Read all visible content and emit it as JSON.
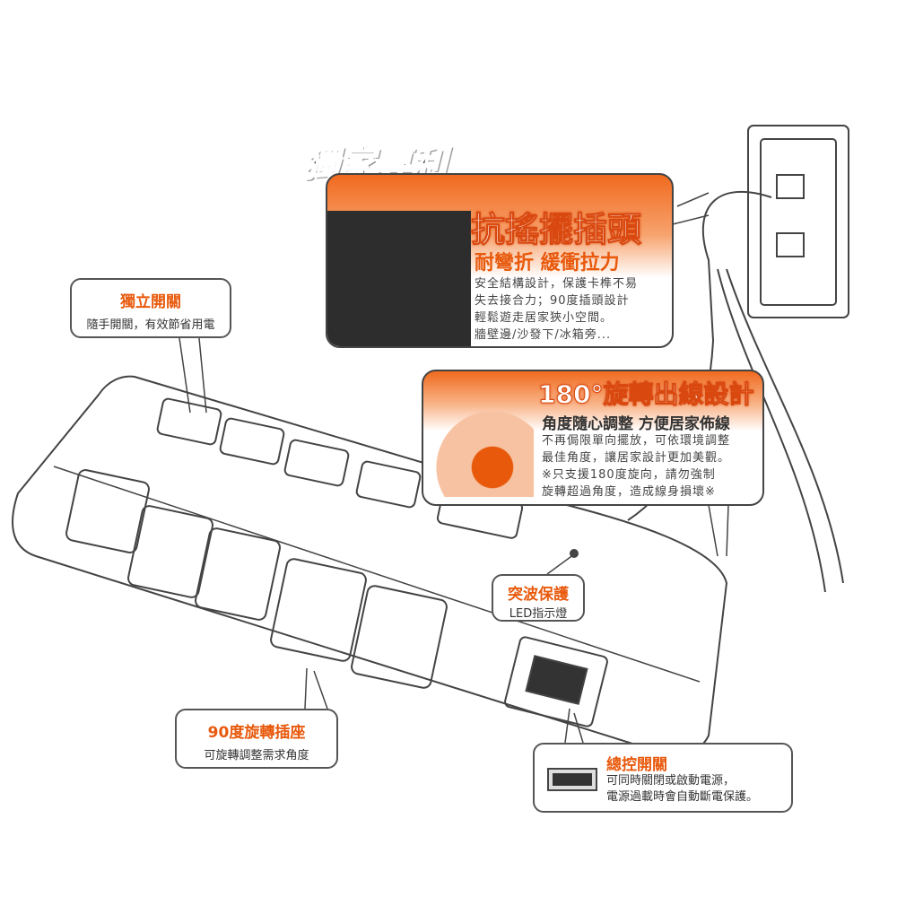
{
  "badge": "獨家專利",
  "plug_callout": {
    "title": "抗搖擺插頭",
    "subtitle": "耐彎折 緩衝拉力",
    "lines": [
      "安全結構設計，保護卡榫不易",
      "失去接合力；90度插頭設計",
      "輕鬆遊走居家狹小空間。",
      "牆壁邊/沙發下/冰箱旁..."
    ]
  },
  "rotate_callout": {
    "title": "180°旋轉出線設計",
    "subtitle": "角度隨心調整 方便居家佈線",
    "lines": [
      "不再侷限單向擺放，可依環境調整",
      "最佳角度，讓居家設計更加美觀。",
      "※只支援180度旋向，請勿強制",
      "旋轉超過角度，造成線身損壞※"
    ]
  },
  "switch_callout": {
    "title": "獨立開關",
    "desc": "隨手開關，有效節省用電"
  },
  "socket_callout": {
    "title": "90度旋轉插座",
    "desc": "可旋轉調整需求角度"
  },
  "surge_callout": {
    "title": "突波保護",
    "desc": "LED指示燈"
  },
  "master_callout": {
    "title": "總控開關",
    "lines": [
      "可同時關閉或啟動電源，",
      "電源過載時會自動斷電保護。"
    ]
  },
  "colors": {
    "accent": "#e8590c",
    "line": "#444444"
  }
}
